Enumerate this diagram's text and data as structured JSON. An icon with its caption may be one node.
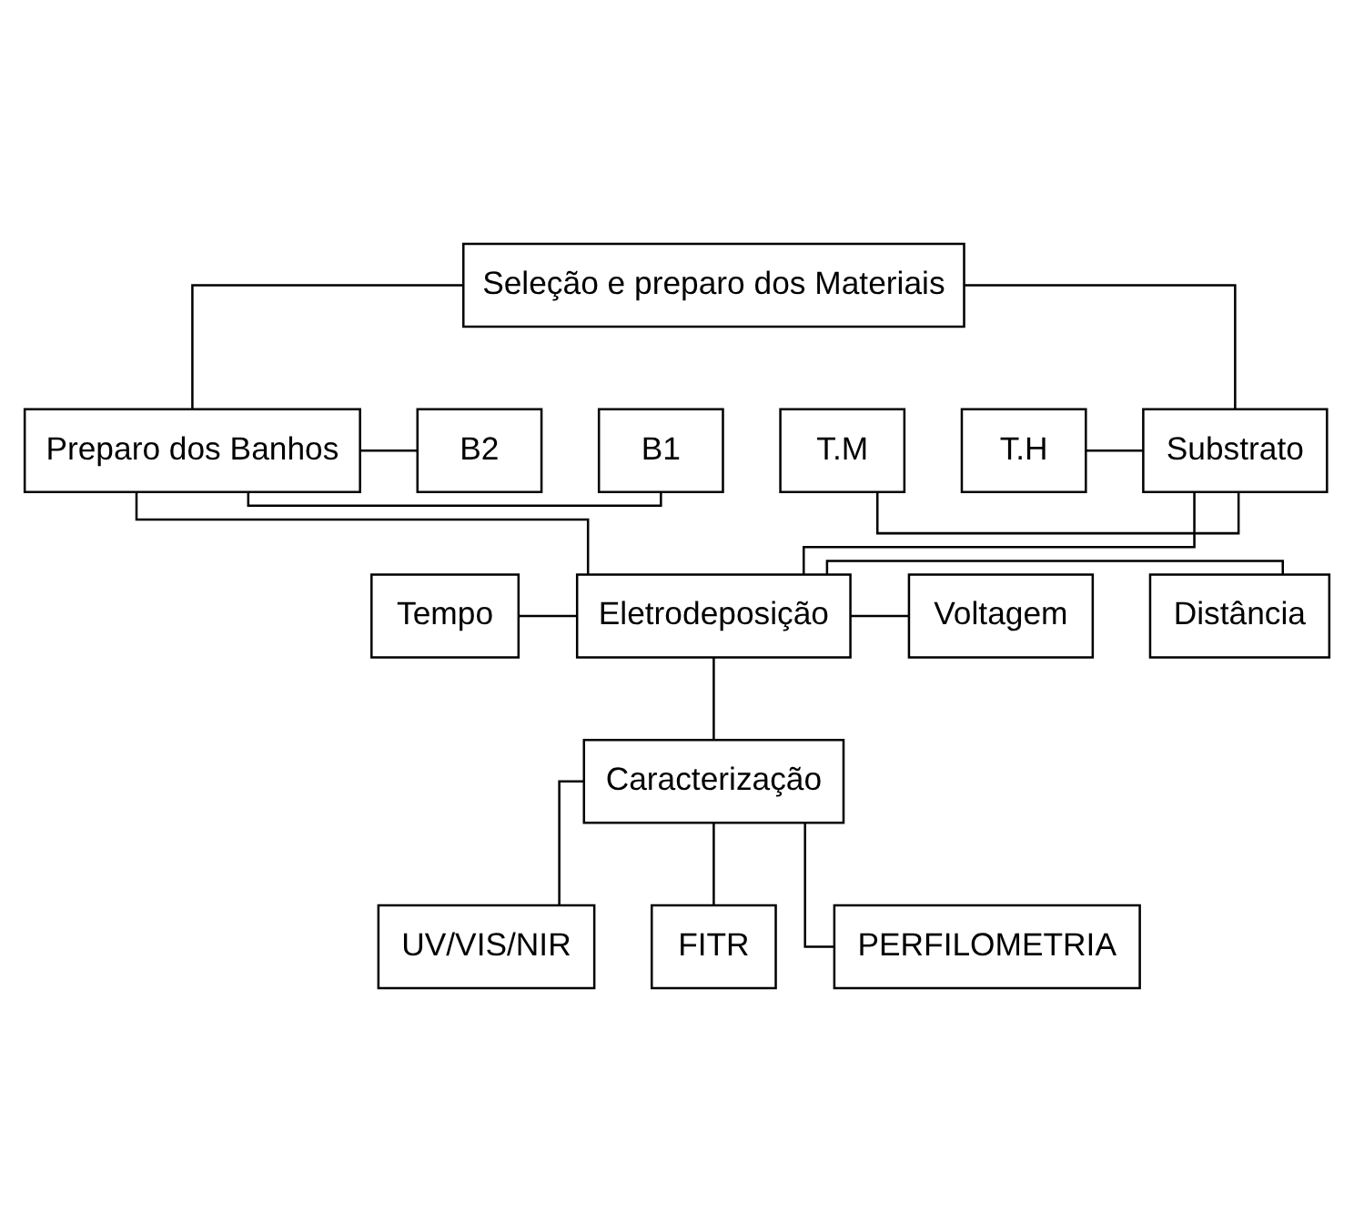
{
  "diagram": {
    "nodes": [
      {
        "text": [
          "Seleção e preparo dos Materiais"
        ]
      },
      {
        "text": [
          "T.M"
        ]
      },
      {
        "text": [
          "T.H"
        ]
      },
      {
        "text": [
          "Substrato"
        ]
      },
      {
        "text": [
          "Preparo dos Banhos"
        ]
      },
      {
        "text": [
          "B1"
        ]
      },
      {
        "text": [
          "B2"
        ]
      },
      {
        "text": [
          "Tempo"
        ]
      },
      {
        "text": [
          "Eletrodeposição"
        ]
      },
      {
        "text": [
          "Distância"
        ]
      },
      {
        "text": [
          "Voltagem"
        ]
      },
      {
        "text": [
          "Caracterização"
        ]
      },
      {
        "text": [
          "UV/VIS/NIR"
        ]
      },
      {
        "text": [
          "FITR"
        ]
      },
      {
        "text": [
          "PERFILOMETRIA"
        ]
      }
    ],
    "edges": [
      {
        "from": 0,
        "to": 3,
        "arrow": "none"
      },
      {
        "from": 0,
        "to": 4,
        "arrow": "none"
      },
      {
        "from": 3,
        "to": 1,
        "arrow": "none"
      },
      {
        "from": 3,
        "to": 2,
        "arrow": "none"
      },
      {
        "from": 4,
        "to": 5,
        "arrow": "none"
      },
      {
        "from": 4,
        "to": 6,
        "arrow": "none"
      },
      {
        "from": 3,
        "to": 8,
        "arrow": "none"
      },
      {
        "from": 4,
        "to": 8,
        "arrow": "none"
      },
      {
        "from": 8,
        "to": 7,
        "arrow": "none"
      },
      {
        "from": 8,
        "to": 9,
        "arrow": "none"
      },
      {
        "from": 8,
        "to": 10,
        "arrow": "none"
      },
      {
        "from": 8,
        "to": 11,
        "arrow": "none"
      },
      {
        "from": 11,
        "to": 12,
        "arrow": "none"
      },
      {
        "from": 11,
        "to": 13,
        "arrow": "none"
      },
      {
        "from": 11,
        "to": 14,
        "arrow": "none"
      }
    ]
  }
}
